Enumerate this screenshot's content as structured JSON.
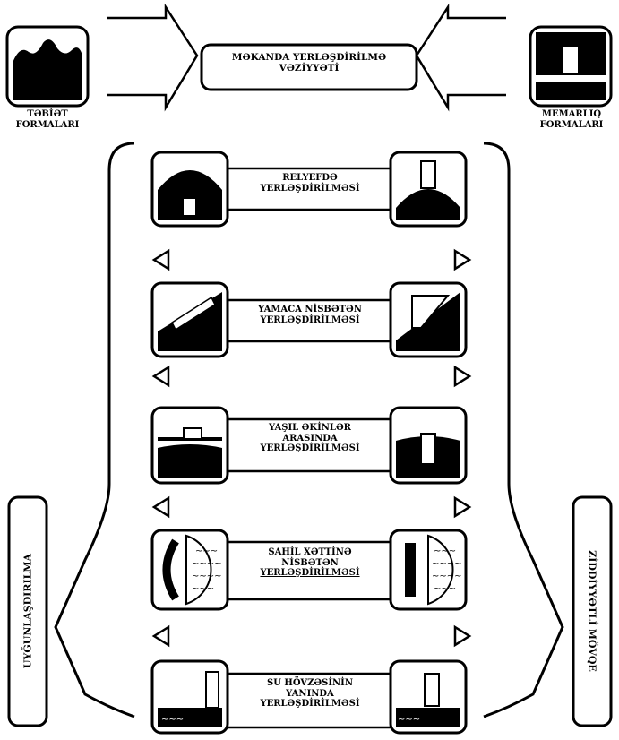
{
  "title": {
    "lines": [
      "MƏKANDA YERLƏŞDİRİLMƏ",
      "VƏZİYYƏTİ"
    ]
  },
  "left_source": {
    "lines": [
      "TƏBİƏT",
      "FORMALARI"
    ]
  },
  "right_source": {
    "lines": [
      "MEMARLIQ",
      "FORMALARI"
    ]
  },
  "left_side_label": "UYĞUNLAŞDIRILMA",
  "right_side_label": "ZİDDİYYƏTLİ MÖVQE",
  "rows": [
    {
      "id": "relyef",
      "lines": [
        "RELYEFDƏ",
        "YERLƏŞDİRİLMƏSİ"
      ]
    },
    {
      "id": "yamac",
      "lines": [
        "YAMACA NİSBƏTƏN",
        "YERLƏŞDİRİLMƏSİ"
      ]
    },
    {
      "id": "yasil",
      "lines": [
        "YAŞIL ƏKİNLƏR",
        "ARASINDA",
        "YERLƏŞDİRİLMƏSİ"
      ]
    },
    {
      "id": "sahil",
      "lines": [
        "SAHİL XƏTTİNƏ",
        "NİSBƏTƏN",
        "YERLƏŞDİRİLMƏSİ"
      ]
    },
    {
      "id": "su",
      "lines": [
        "SU HÖVZƏSİNİN",
        "YANINDA",
        "YERLƏŞDİRİLMƏSİ"
      ]
    }
  ]
}
